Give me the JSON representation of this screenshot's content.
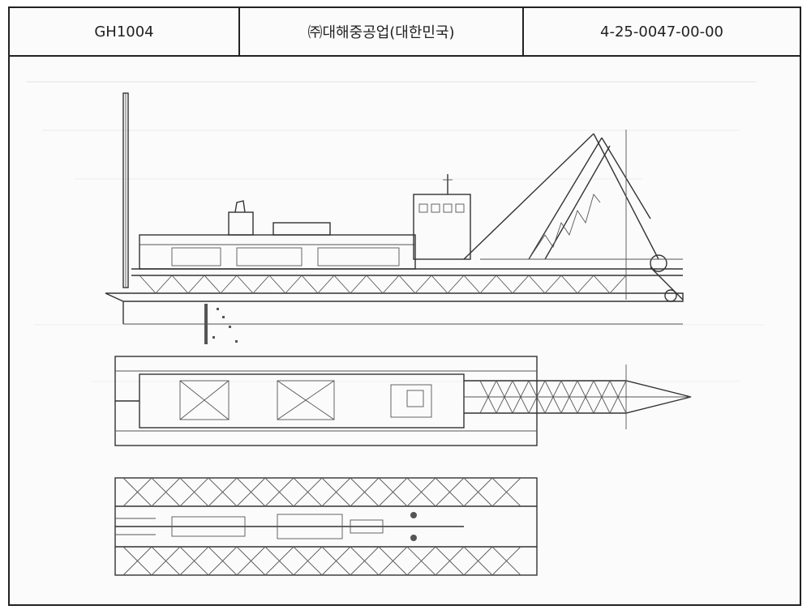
{
  "title_block": {
    "drawing_code": "GH1004",
    "company": "㈜대해중공업(대한민국)",
    "document_number": "4-25-0047-00-00"
  }
}
